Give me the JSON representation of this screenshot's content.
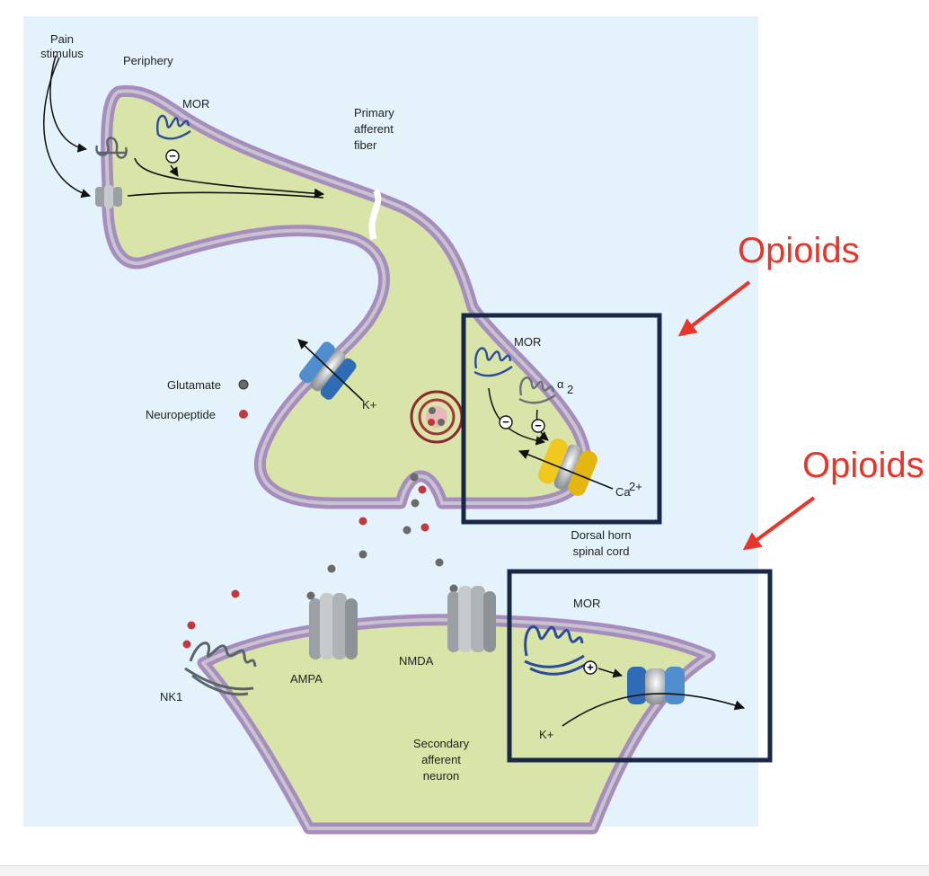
{
  "labels": {
    "pain_stimulus_line1": "Pain",
    "pain_stimulus_line2": "stimulus",
    "periphery": "Periphery",
    "mor_top": "MOR",
    "primary_line1": "Primary",
    "primary_line2": "afferent",
    "primary_line3": "fiber",
    "glutamate": "Glutamate",
    "neuropeptide": "Neuropeptide",
    "k_plus_top": "K+",
    "mor_middle": "MOR",
    "alpha2": "α",
    "alpha2_sub": "2",
    "ca": "Ca",
    "ca_sup": "2+",
    "dorsal_line1": "Dorsal horn",
    "dorsal_line2": "spinal cord",
    "mor_bottom": "MOR",
    "nk1": "NK1",
    "ampa": "AMPA",
    "nmda": "NMDA",
    "k_plus_bottom": "K+",
    "secondary_line1": "Secondary",
    "secondary_line2": "afferent",
    "secondary_line3": "neuron",
    "opioids_1": "Opioids",
    "opioids_2": "Opioids"
  },
  "signs": {
    "minus": "−",
    "plus": "+"
  },
  "colors": {
    "background": "#e4f2fb",
    "cell_fill": "#d8e4a8",
    "membrane": "#a78dbd",
    "highlight_box": "#182846",
    "annotation": "#e8352a",
    "glutamate": "#6a6a6a",
    "neuropeptide": "#c0393e",
    "receptor_blue": "#2b4c9b",
    "k_channel": "#4f8dcf",
    "ca_channel": "#f0c820"
  }
}
